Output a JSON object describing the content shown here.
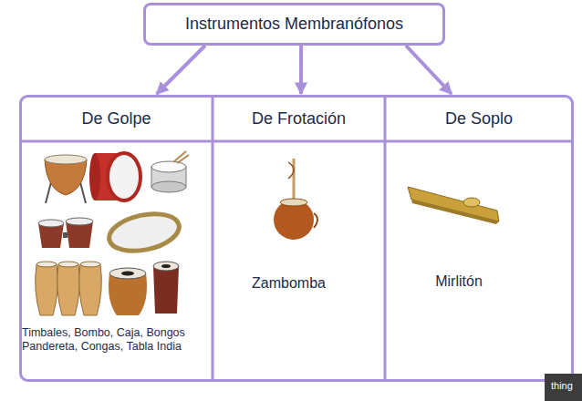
{
  "diagram": {
    "nodes": [
      {
        "text": [
          "Instrumentos Membranófonos"
        ]
      },
      {
        "text": [
          "De Golpe",
          "Timbales, Bombo, Caja, Bongos Pandereta, Congas, Tabla India"
        ]
      },
      {
        "text": [
          "De Frotación",
          "Zambomba"
        ]
      },
      {
        "text": [
          "De Soplo",
          "Mirlitón"
        ]
      }
    ],
    "edges": [
      {
        "from": 0,
        "to": 1,
        "arrow": "to"
      },
      {
        "from": 0,
        "to": 2,
        "arrow": "to"
      },
      {
        "from": 0,
        "to": 3,
        "arrow": "to"
      }
    ],
    "labels": [
      "thing"
    ]
  }
}
